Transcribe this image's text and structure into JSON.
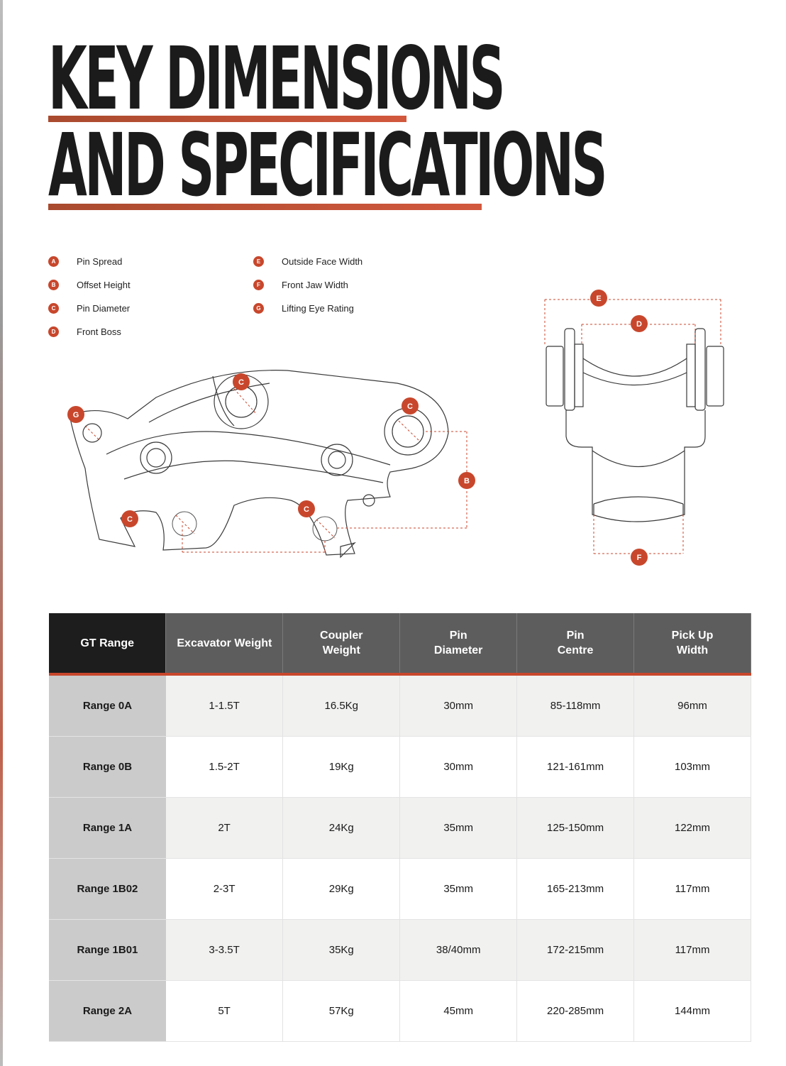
{
  "title": {
    "line1": "KEY DIMENSIONS",
    "line2": "AND SPECIFICATIONS"
  },
  "colors": {
    "accent": "#c8472c",
    "header_dark": "#1d1d1d",
    "header_grey": "#5d5d5d",
    "row_label_bg": "#cbcbcb"
  },
  "legend": {
    "col1": [
      {
        "letter": "A",
        "label": "Pin Spread"
      },
      {
        "letter": "B",
        "label": "Offset Height"
      },
      {
        "letter": "C",
        "label": "Pin Diameter"
      },
      {
        "letter": "D",
        "label": "Front Boss"
      }
    ],
    "col2": [
      {
        "letter": "E",
        "label": "Outside Face Width"
      },
      {
        "letter": "F",
        "label": "Front Jaw Width"
      },
      {
        "letter": "G",
        "label": "Lifting Eye Rating"
      }
    ]
  },
  "diagram_markers": {
    "side_view": [
      "G",
      "C",
      "C",
      "C",
      "C",
      "B"
    ],
    "front_view": [
      "E",
      "D",
      "F"
    ]
  },
  "table": {
    "headers": [
      {
        "line1": "GT Range",
        "line2": ""
      },
      {
        "line1": "Excavator Weight",
        "line2": ""
      },
      {
        "line1": "Coupler",
        "line2": "Weight"
      },
      {
        "line1": "Pin",
        "line2": "Diameter"
      },
      {
        "line1": "Pin",
        "line2": "Centre"
      },
      {
        "line1": "Pick Up",
        "line2": "Width"
      }
    ],
    "rows": [
      {
        "range": "Range 0A",
        "excavator_weight": "1-1.5T",
        "coupler_weight": "16.5Kg",
        "pin_diameter": "30mm",
        "pin_centre": "85-118mm",
        "pick_up_width": "96mm"
      },
      {
        "range": "Range 0B",
        "excavator_weight": "1.5-2T",
        "coupler_weight": "19Kg",
        "pin_diameter": "30mm",
        "pin_centre": "121-161mm",
        "pick_up_width": "103mm"
      },
      {
        "range": "Range 1A",
        "excavator_weight": "2T",
        "coupler_weight": "24Kg",
        "pin_diameter": "35mm",
        "pin_centre": "125-150mm",
        "pick_up_width": "122mm"
      },
      {
        "range": "Range 1B02",
        "excavator_weight": "2-3T",
        "coupler_weight": "29Kg",
        "pin_diameter": "35mm",
        "pin_centre": "165-213mm",
        "pick_up_width": "117mm"
      },
      {
        "range": "Range 1B01",
        "excavator_weight": "3-3.5T",
        "coupler_weight": "35Kg",
        "pin_diameter": "38/40mm",
        "pin_centre": "172-215mm",
        "pick_up_width": "117mm"
      },
      {
        "range": "Range 2A",
        "excavator_weight": "5T",
        "coupler_weight": "57Kg",
        "pin_diameter": "45mm",
        "pin_centre": "220-285mm",
        "pick_up_width": "144mm"
      }
    ]
  }
}
